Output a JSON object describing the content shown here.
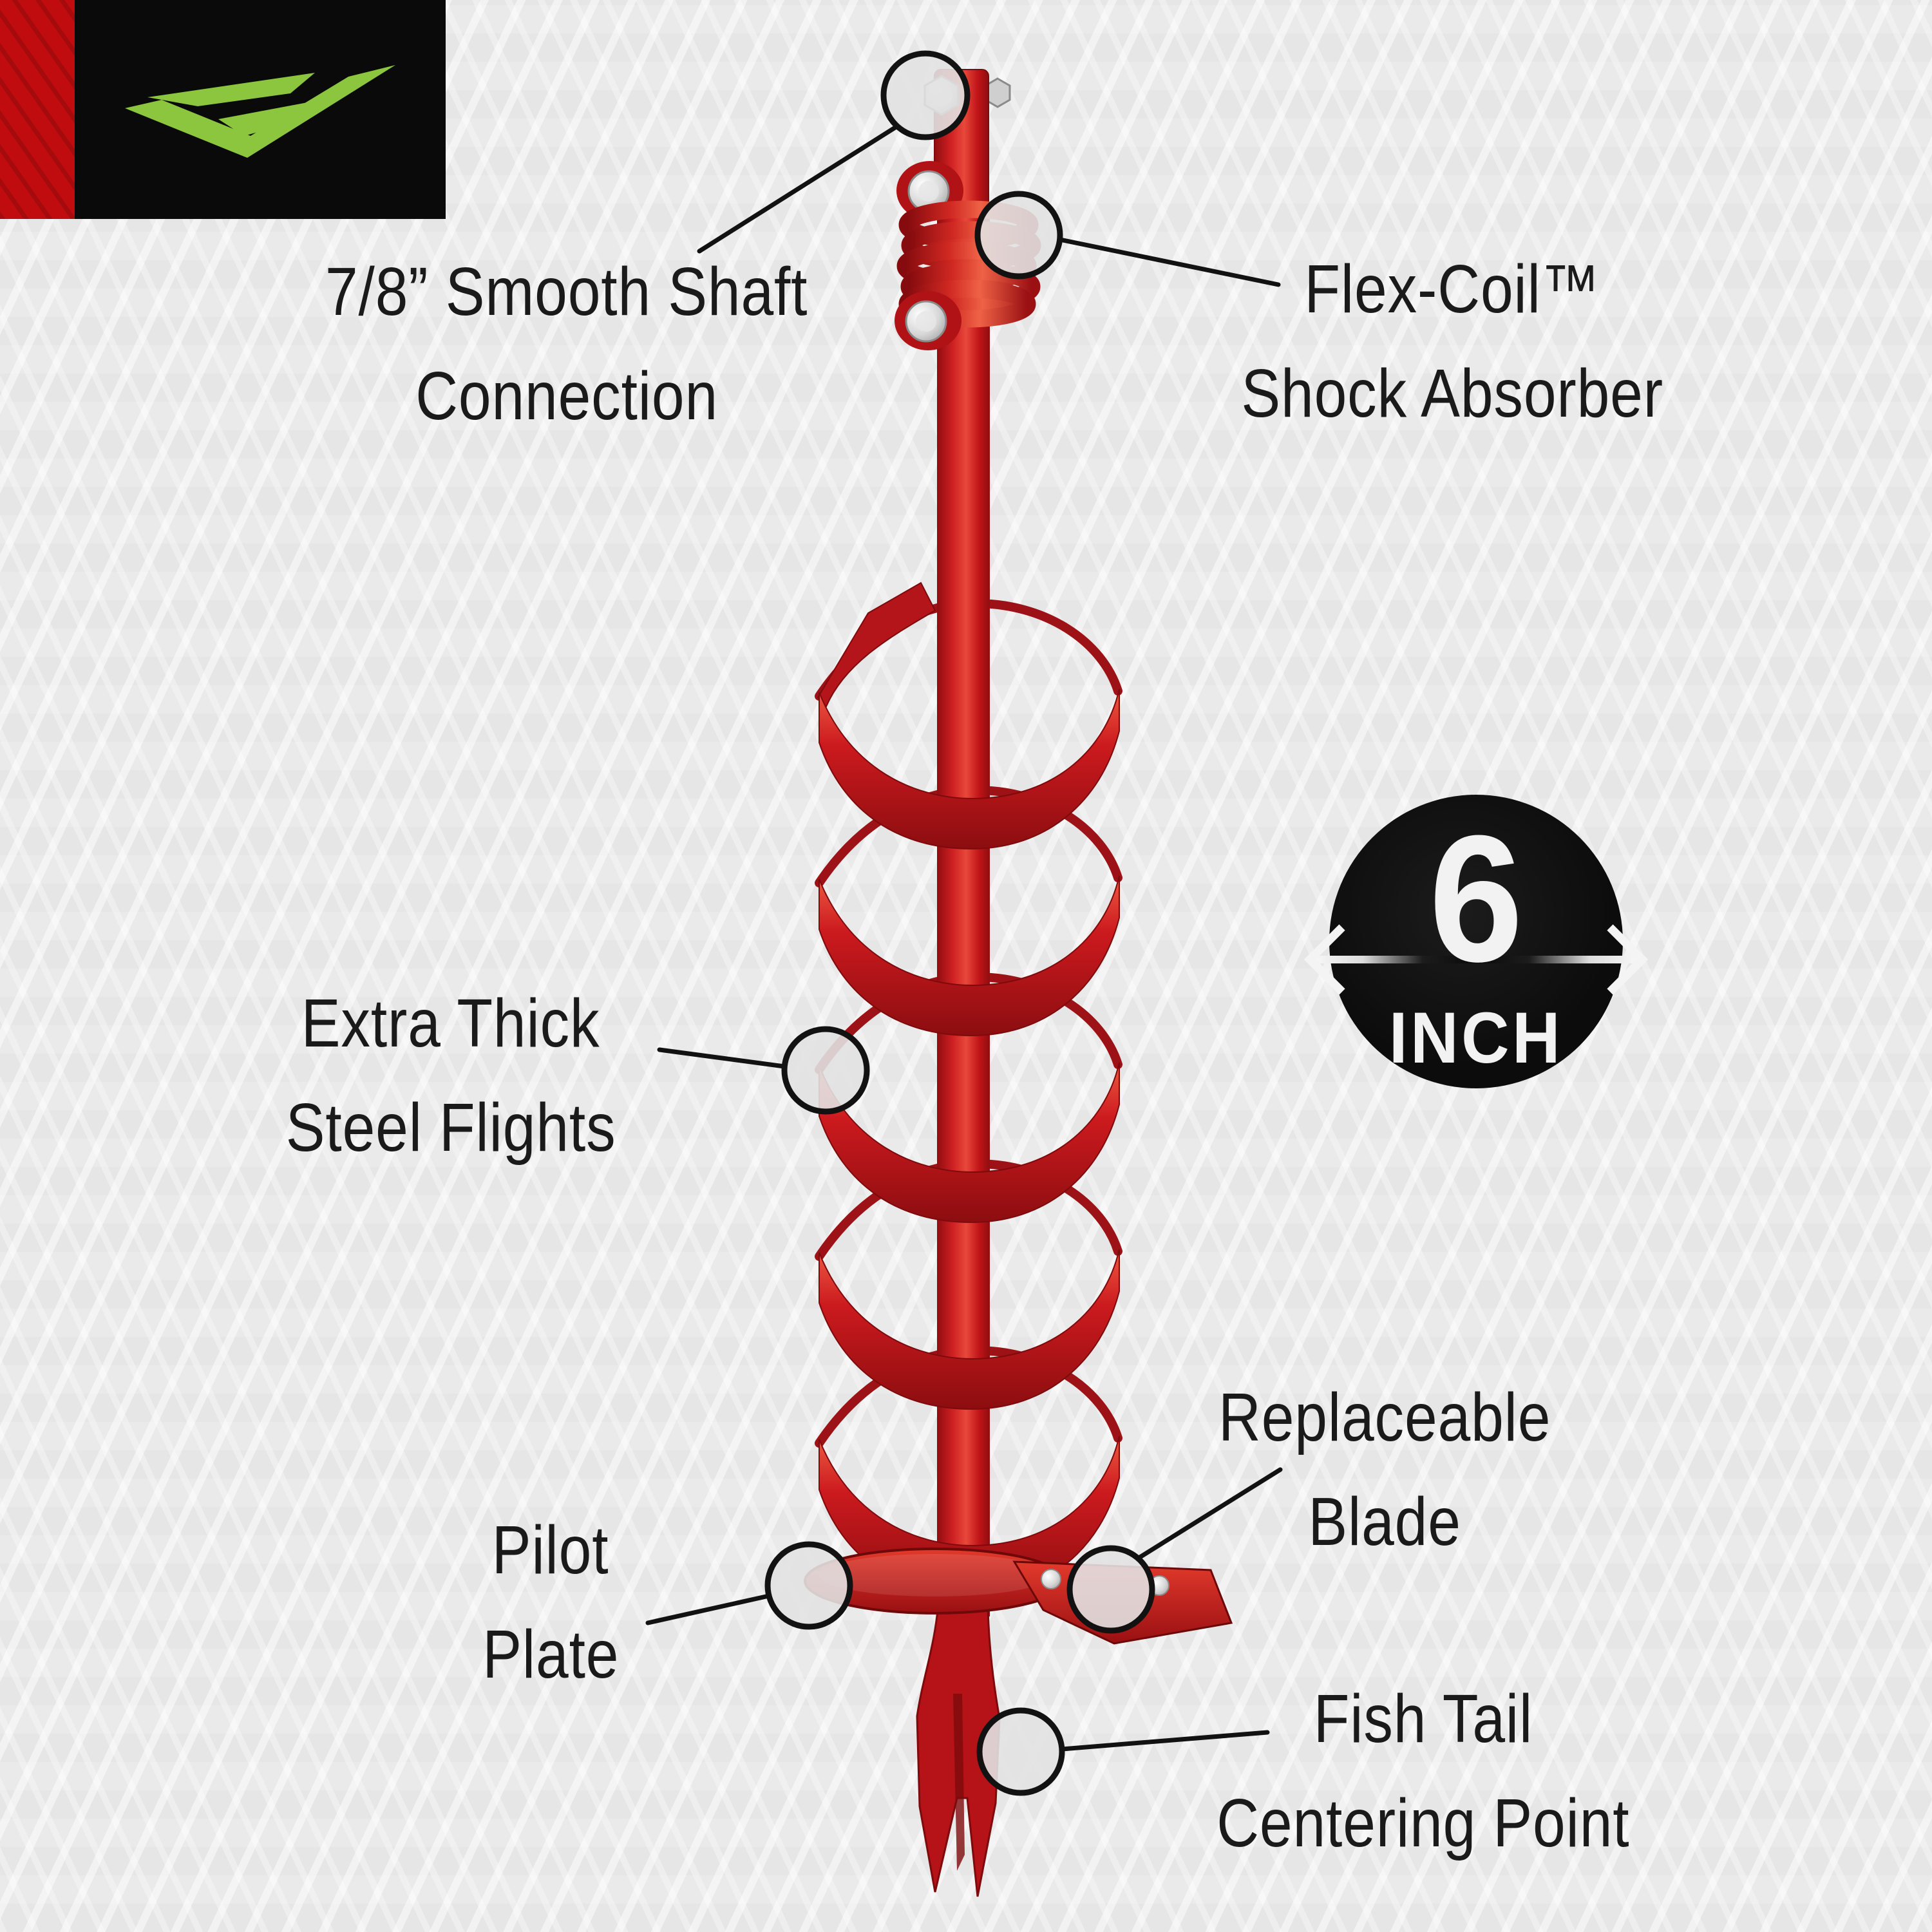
{
  "brand": {
    "logo_icon": "green-angular-check-logo",
    "banner_red_hex": "#C00C0E",
    "banner_black_hex": "#0A0A0A"
  },
  "badge": {
    "value": "6",
    "unit": "INCH",
    "arrow_icon": "left-right-measure-arrow"
  },
  "callouts": {
    "shaft_connection": {
      "line1": "7/8” Smooth Shaft",
      "line2": "Connection"
    },
    "flex_coil": {
      "line1": "Flex-Coil™",
      "line2": "Shock Absorber"
    },
    "steel_flights": {
      "line1": "Extra Thick",
      "line2": "Steel Flights"
    },
    "pilot_plate": {
      "line1": "Pilot",
      "line2": "Plate"
    },
    "replaceable_blade": {
      "line1": "Replaceable",
      "line2": "Blade"
    },
    "fish_tail": {
      "line1": "Fish Tail",
      "line2": "Centering Point"
    }
  },
  "colors": {
    "background": "#EAEAEA",
    "text": "#1A1A1A",
    "auger_red": "#C8191D",
    "banner_red": "#C00C0E",
    "banner_black": "#0A0A0A",
    "logo_green": "#8CC63E",
    "badge_black": "#0C0C0C",
    "callout_gray": "#E2E2E2",
    "silver": "#D7D7D7"
  }
}
